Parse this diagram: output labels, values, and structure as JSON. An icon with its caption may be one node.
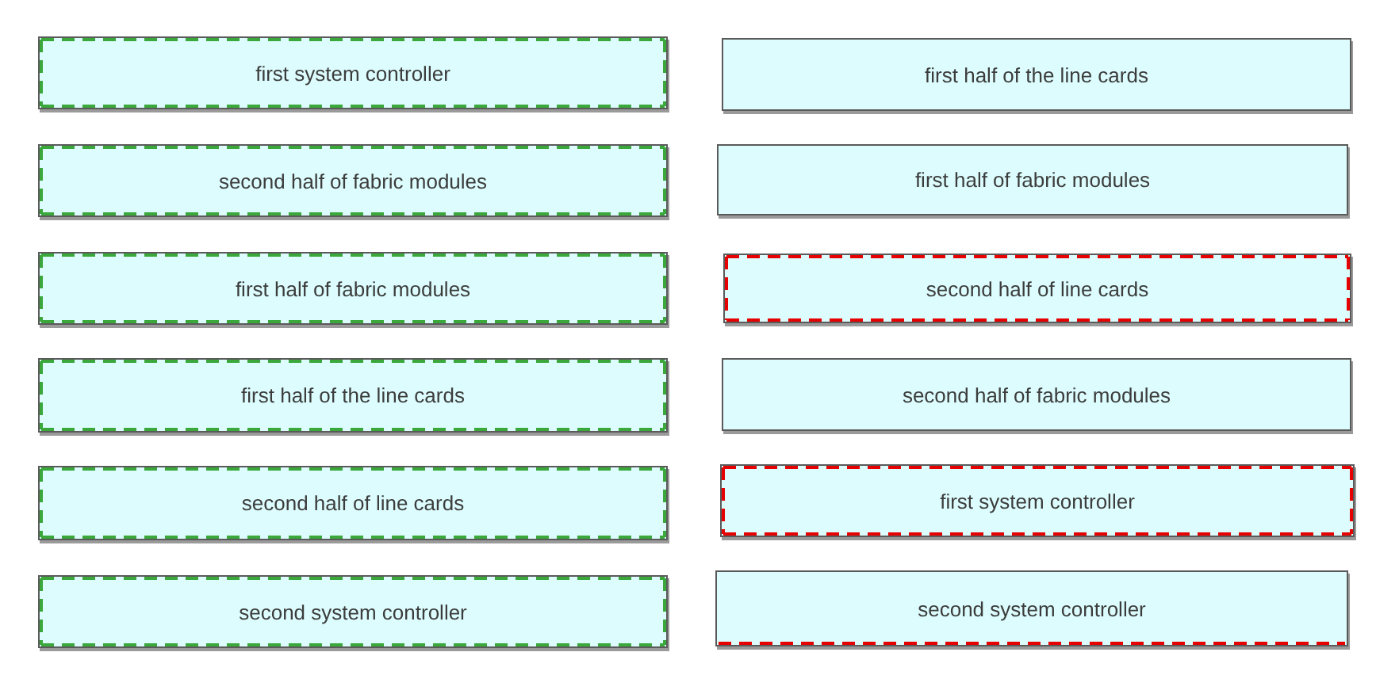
{
  "diagram": {
    "nodes": [
      {
        "text": [
          "first system controller"
        ]
      },
      {
        "text": [
          "second half of fabric modules"
        ]
      },
      {
        "text": [
          "first half of fabric modules"
        ]
      },
      {
        "text": [
          "first half of the line cards"
        ]
      },
      {
        "text": [
          "second half of line cards"
        ]
      },
      {
        "text": [
          "second system controller"
        ]
      },
      {
        "text": [
          "first half of the line cards"
        ]
      },
      {
        "text": [
          "first half of fabric modules"
        ]
      },
      {
        "text": [
          "second half of line cards"
        ]
      },
      {
        "text": [
          "second half of fabric modules"
        ]
      },
      {
        "text": [
          "first system controller"
        ]
      },
      {
        "text": [
          "second system controller"
        ]
      }
    ]
  }
}
